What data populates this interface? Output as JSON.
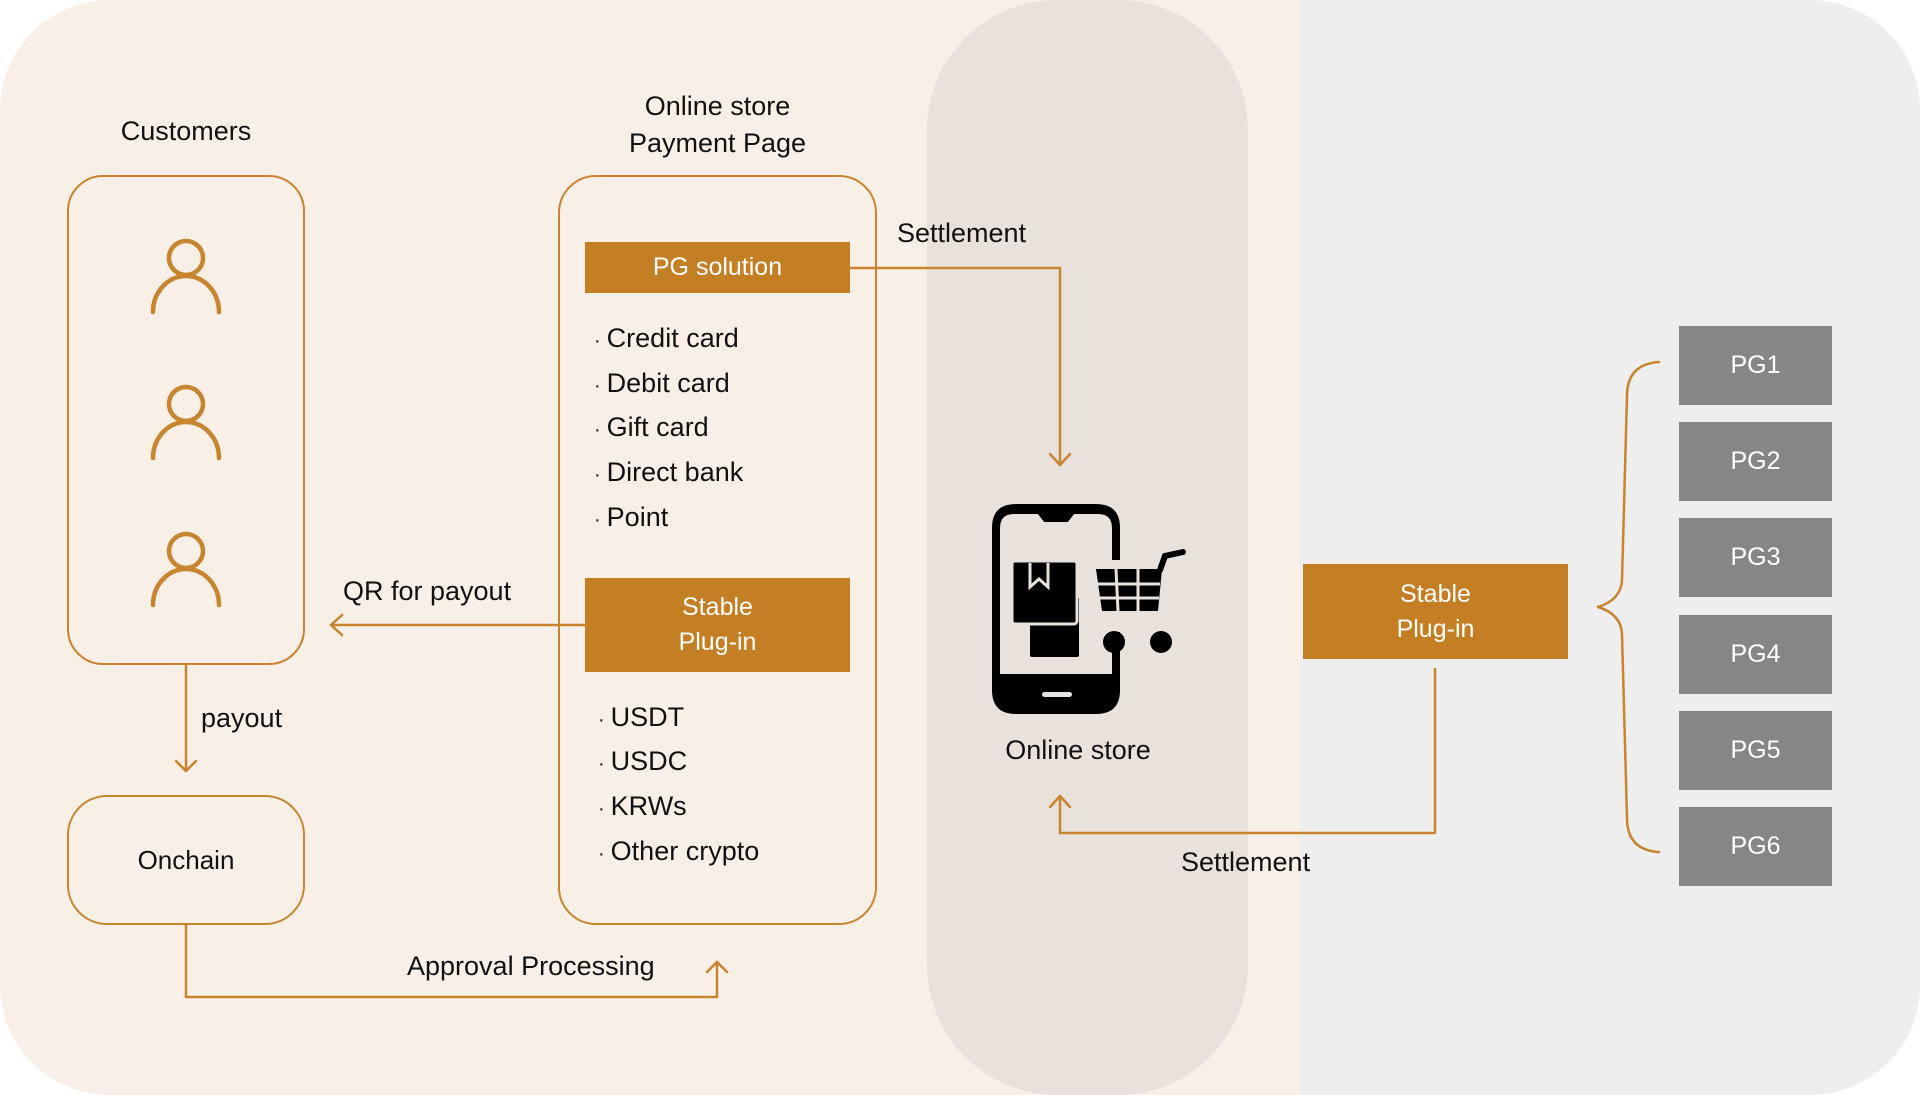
{
  "customers": {
    "title": "Customers",
    "icons": [
      "person-icon",
      "person-icon",
      "person-icon"
    ]
  },
  "payment_page": {
    "title_line1": "Online store",
    "title_line2": "Payment Page",
    "pg_solution_label": "PG solution",
    "pg_methods": [
      "Credit card",
      "Debit card",
      "Gift card",
      "Direct bank",
      "Point"
    ],
    "stable_plugin_line1": "Stable",
    "stable_plugin_line2": "Plug-in",
    "crypto_methods": [
      "USDT",
      "USDC",
      "KRWs",
      "Other crypto"
    ],
    "bullet": "·"
  },
  "onchain": {
    "label": "Onchain"
  },
  "online_store": {
    "label": "Online store",
    "icon": "mobile-shopping-cart-icon"
  },
  "right_plugin": {
    "line1": "Stable",
    "line2": "Plug-in"
  },
  "pg_list": [
    "PG1",
    "PG2",
    "PG3",
    "PG4",
    "PG5",
    "PG6"
  ],
  "flows": {
    "settlement_top": "Settlement",
    "settlement_bottom": "Settlement",
    "qr_for_payout": "QR for payout",
    "payout": "payout",
    "approval_processing": "Approval Processing"
  },
  "colors": {
    "accent": "#C47F24",
    "line": "#C8842E",
    "pg_box": "#868686",
    "beige_bg": "#F8F0E7",
    "band_bg": "#E9E1DB",
    "grey_bg": "#EEEEEE"
  }
}
